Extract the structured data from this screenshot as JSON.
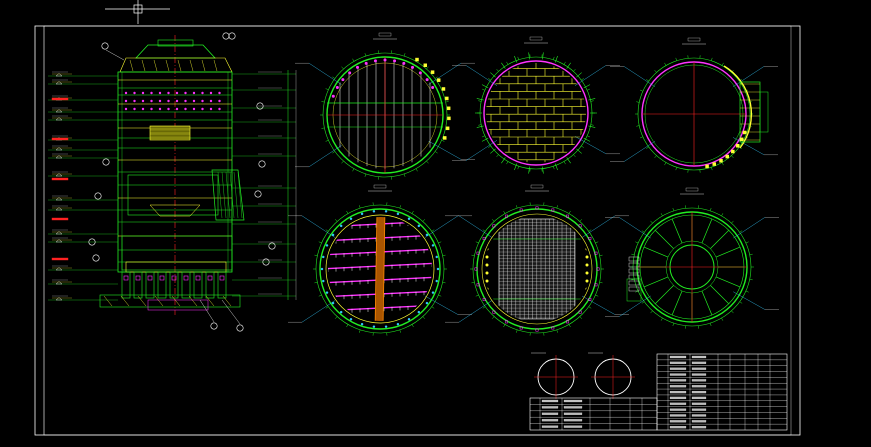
{
  "drawing": {
    "background": "#000000",
    "colors": {
      "frame": "#ffffff",
      "green": "#22ee22",
      "yellow": "#ffff33",
      "magenta": "#ff33ff",
      "red": "#ff2222",
      "cyan": "#33ccff",
      "white": "#ffffff",
      "orange": "#ff8800"
    },
    "crosshair_cursor_icon": "crosshair-icon",
    "views": [
      {
        "id": "elevation",
        "kind": "elevation"
      },
      {
        "id": "section-1",
        "kind": "bars",
        "ring": "green"
      },
      {
        "id": "section-2",
        "kind": "bricks",
        "ring": "magenta"
      },
      {
        "id": "section-3",
        "kind": "ring",
        "ring": "magenta"
      },
      {
        "id": "section-4",
        "kind": "bars",
        "ring": "green"
      },
      {
        "id": "section-5",
        "kind": "grid",
        "ring": "green"
      },
      {
        "id": "section-6",
        "kind": "spokes",
        "ring": "green"
      }
    ],
    "detail_circles": 2,
    "title_block": {
      "rows": 13,
      "columns": 6
    }
  }
}
